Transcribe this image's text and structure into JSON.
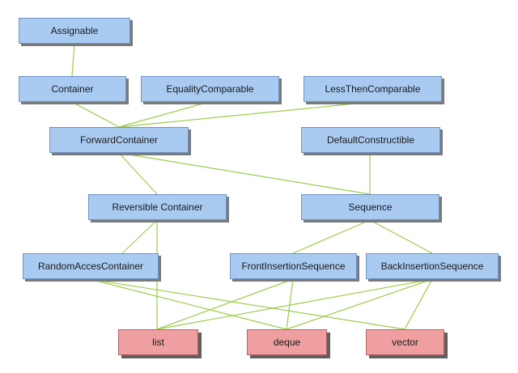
{
  "diagram": {
    "nodes": [
      {
        "id": "assignable",
        "label": "Assignable",
        "kind": "concept"
      },
      {
        "id": "container",
        "label": "Container",
        "kind": "concept"
      },
      {
        "id": "equality-comparable",
        "label": "EqualityComparable",
        "kind": "concept"
      },
      {
        "id": "less-then-comparable",
        "label": "LessThenComparable",
        "kind": "concept"
      },
      {
        "id": "forward-container",
        "label": "ForwardContainer",
        "kind": "concept"
      },
      {
        "id": "default-constructible",
        "label": "DefaultConstructible",
        "kind": "concept"
      },
      {
        "id": "reversible-container",
        "label": "Reversible Container",
        "kind": "concept"
      },
      {
        "id": "sequence",
        "label": "Sequence",
        "kind": "concept"
      },
      {
        "id": "random-access-container",
        "label": "RandomAccesContainer",
        "kind": "concept"
      },
      {
        "id": "front-insertion-sequence",
        "label": "FrontInsertionSequence",
        "kind": "concept"
      },
      {
        "id": "back-insertion-sequence",
        "label": "BackInsertionSequence",
        "kind": "concept"
      },
      {
        "id": "list",
        "label": "list",
        "kind": "container-type"
      },
      {
        "id": "deque",
        "label": "deque",
        "kind": "container-type"
      },
      {
        "id": "vector",
        "label": "vector",
        "kind": "container-type"
      }
    ],
    "edges": [
      {
        "from": "assignable",
        "to": "container"
      },
      {
        "from": "container",
        "to": "forward-container"
      },
      {
        "from": "equality-comparable",
        "to": "forward-container"
      },
      {
        "from": "less-then-comparable",
        "to": "forward-container"
      },
      {
        "from": "forward-container",
        "to": "reversible-container"
      },
      {
        "from": "forward-container",
        "to": "sequence"
      },
      {
        "from": "default-constructible",
        "to": "sequence"
      },
      {
        "from": "reversible-container",
        "to": "random-access-container"
      },
      {
        "from": "reversible-container",
        "to": "list"
      },
      {
        "from": "sequence",
        "to": "front-insertion-sequence"
      },
      {
        "from": "sequence",
        "to": "back-insertion-sequence"
      },
      {
        "from": "random-access-container",
        "to": "deque"
      },
      {
        "from": "random-access-container",
        "to": "vector"
      },
      {
        "from": "front-insertion-sequence",
        "to": "list"
      },
      {
        "from": "front-insertion-sequence",
        "to": "deque"
      },
      {
        "from": "back-insertion-sequence",
        "to": "list"
      },
      {
        "from": "back-insertion-sequence",
        "to": "deque"
      },
      {
        "from": "back-insertion-sequence",
        "to": "vector"
      }
    ]
  },
  "colors": {
    "concept_fill": "#a9cbf2",
    "concept_border": "#6d93c2",
    "container_type_fill": "#ef9f9f",
    "container_type_border": "#b36363",
    "edge": "#9acd4a"
  }
}
